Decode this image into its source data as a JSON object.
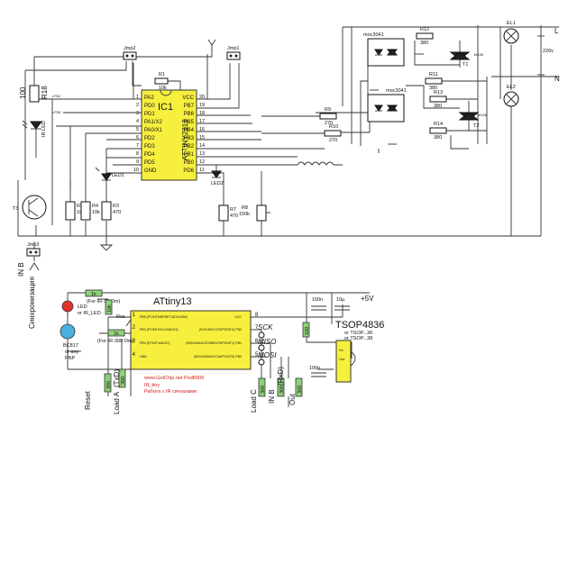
{
  "top": {
    "ic1": {
      "name": "IC1",
      "part": "ATTINY2313",
      "left_pins": [
        {
          "name": "PA2",
          "num": "1"
        },
        {
          "name": "PD0",
          "num": "2"
        },
        {
          "name": "PD1",
          "num": "3"
        },
        {
          "name": "PA1/X2",
          "num": "4"
        },
        {
          "name": "PA0/X1",
          "num": "5"
        },
        {
          "name": "PD2",
          "num": "6"
        },
        {
          "name": "PD3",
          "num": "7"
        },
        {
          "name": "PD4",
          "num": "8"
        },
        {
          "name": "PD5",
          "num": "9"
        },
        {
          "name": "GND",
          "num": "10"
        }
      ],
      "right_pins": [
        {
          "name": "VCC",
          "num": "20"
        },
        {
          "name": "PB7",
          "num": "19"
        },
        {
          "name": "PB6",
          "num": "18"
        },
        {
          "name": "PB5",
          "num": "17"
        },
        {
          "name": "PB4",
          "num": "16"
        },
        {
          "name": "PB3",
          "num": "15"
        },
        {
          "name": "PB2",
          "num": "14"
        },
        {
          "name": "PB1",
          "num": "13"
        },
        {
          "name": "PB0",
          "num": "12"
        },
        {
          "name": "PD6",
          "num": "11"
        }
      ]
    },
    "labels": {
      "jmp2": "Jmp2",
      "jmp1": "Jmp1",
      "jmp3": "Jmp3",
      "r1": "R1",
      "r1v": "10k",
      "r18": "R18",
      "r18v": "100",
      "ir_led": "IR LED",
      "t3": "T3",
      "r5": "R5",
      "r5v": "10k",
      "r4": "R4",
      "r4v": "10k",
      "r3": "R3",
      "r3v": "470",
      "led1": "LED1",
      "led2": "LED2",
      "r7": "R7",
      "r7v": "470",
      "r8": "R8",
      "r8v": "150k",
      "r9": "R9",
      "r9v": "270",
      "r10": "R10",
      "r10v": "270",
      "moc1": "moc3041",
      "moc2": "moc3041",
      "r12": "R12",
      "r12v": "380",
      "r11": "R11",
      "r11v": "380",
      "r13": "R13",
      "r13v": "380",
      "r14": "R14",
      "r14v": "380",
      "t1": "T1",
      "t2": "T2",
      "triac1": "bt136",
      "triac2": "bt136",
      "el1": "EL1",
      "el2": "EL2",
      "l": "L",
      "n": "N",
      "v220": "220v",
      "in_b": "IN B",
      "sync": "Синхронизация",
      "pa2": "к PA2",
      "pd0": "к PD0"
    }
  },
  "bottom": {
    "chip_name": "ATtiny13",
    "left_pins": [
      {
        "num": "1",
        "text": "PB5 (PCINT5/RESET/ADC0/dW)"
      },
      {
        "num": "2",
        "text": "PB3 (PCINT3/CLKI/ADC3)"
      },
      {
        "num": "3",
        "text": "PB4 (PCINT4/ADC2)"
      },
      {
        "num": "4",
        "text": "GND"
      }
    ],
    "right_pins": [
      {
        "num": "8",
        "text": "VCC"
      },
      {
        "num": "7",
        "text": "(SCK/ADC1/T0/PCINT2) PB2"
      },
      {
        "num": "6",
        "text": "(MISO/AIN1/OC0B/INT0/PCINT1) PB1"
      },
      {
        "num": "5",
        "text": "(MOSI/AIN0/OC0A/PCINT0) PB0"
      }
    ],
    "labels": {
      "res_1k_a": "1k",
      "res_1k_b": "1k",
      "res_10k": "10k",
      "res_100": "100",
      "res_300_1": "300",
      "res_300_2": "300",
      "res_300_3": "300",
      "res_300_4": "300",
      "res_300_5": "300",
      "for_ir10": "(For IR-10 Om)",
      "for_ir300": "(For IR-300 Om)",
      "led": "LED",
      "or_ir_led": "or IR_LED",
      "rxs": "Rxs",
      "bc817": "BC817",
      "or_any": "or any",
      "pnp": "PNP",
      "reset": "Reset",
      "load_a": "Load A",
      "txd": "(TxD)",
      "load_c": "Load C",
      "in_b": "IN B",
      "rxd": "(RxD)",
      "out": "Out",
      "sck": "SCK",
      "miso": "MISO",
      "mosi": "MOSI",
      "c100n_1": "100n",
      "c10u": "10µ",
      "c100n_2": "100n",
      "plus5v": "+5V",
      "tsop": "TSOP4836",
      "or_tsop1": "or TSOP...36",
      "or_tsop2": "or TSOP...38",
      "tsop_vs": "Vs",
      "tsop_out": "Out",
      "url": "www.GetChip.net   Pod8009",
      "ir_tiny": "IR_tiny",
      "ir_note": "Работа с IR сигналами"
    }
  }
}
